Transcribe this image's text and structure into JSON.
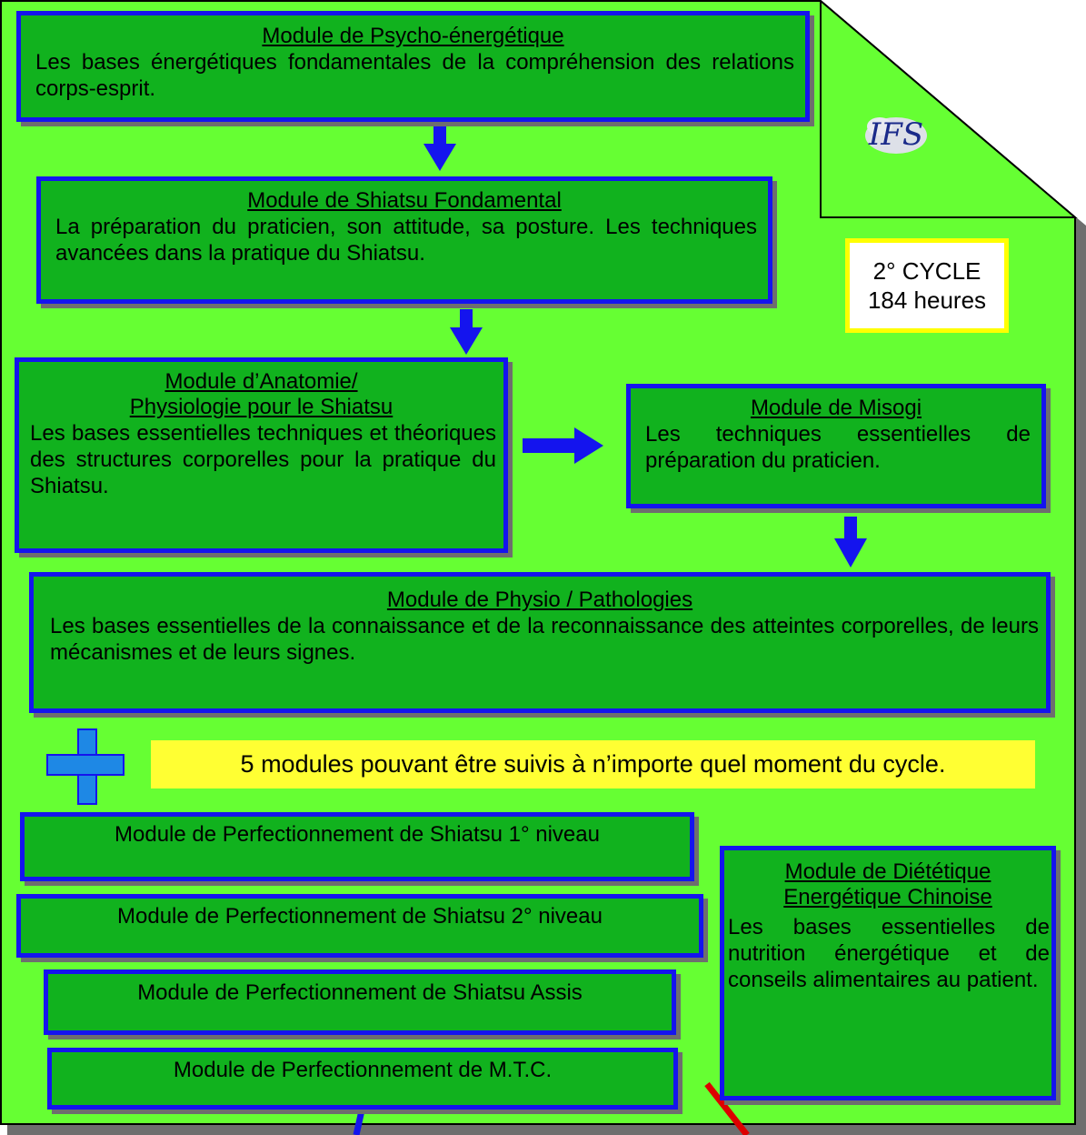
{
  "colors": {
    "page_background": "#66ff33",
    "box_fill": "#11b21e",
    "box_border": "#1414ee",
    "arrow": "#1414ee",
    "note_fill": "#ffff33",
    "cycle_border": "#ffff00",
    "plus": "#1e88e5",
    "red_line": "#dd0000"
  },
  "cycle": {
    "line1": "2° CYCLE",
    "line2": "184 heures"
  },
  "logo": {
    "text": "IFS"
  },
  "modules": {
    "psycho": {
      "title": "Module de Psycho-énergétique",
      "desc": "Les bases énergétiques fondamentales de la compréhension des relations corps-esprit."
    },
    "shiatsu_fondamental": {
      "title": "Module de Shiatsu Fondamental",
      "desc": "La préparation du praticien, son attitude, sa posture. Les techniques avancées dans la pratique du Shiatsu."
    },
    "anatomie": {
      "title_line1": "Module d’Anatomie/",
      "title_line2": "Physiologie pour le Shiatsu",
      "desc": "Les bases essentielles techniques et théoriques des structures corporelles pour la pratique du Shiatsu."
    },
    "misogi": {
      "title": "Module de Misogi",
      "desc": "Les techniques essentielles de préparation du praticien."
    },
    "physio": {
      "title": "Module de Physio / Pathologies",
      "desc": "Les bases essentielles de la connaissance et de la reconnaissance des atteintes corporelles, de leurs mécanismes et de leurs signes."
    },
    "dietetique": {
      "title_line1": "Module de Diététique",
      "title_line2": "Energétique Chinoise",
      "desc": "Les bases essentielles de nutrition énergétique et de conseils alimentaires au patient."
    }
  },
  "note": "5 modules pouvant être suivis à n’importe quel moment du cycle.",
  "perfectionnement": [
    "Module de Perfectionnement de Shiatsu 1° niveau",
    "Module de Perfectionnement de Shiatsu 2° niveau",
    "Module de Perfectionnement de Shiatsu Assis",
    "Module de Perfectionnement de M.T.C."
  ]
}
